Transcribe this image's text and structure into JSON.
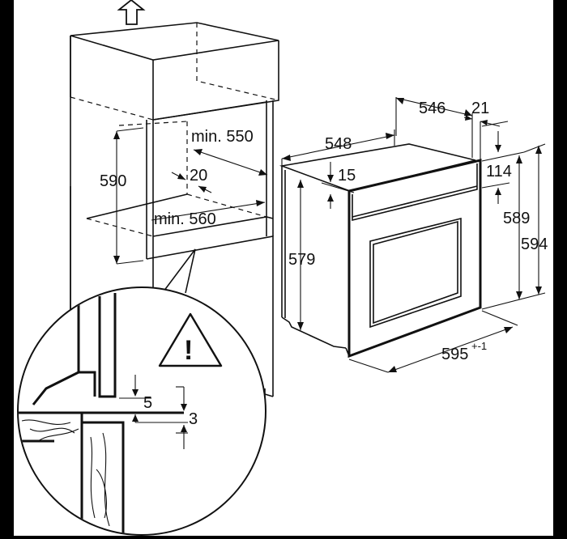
{
  "cabinet": {
    "dim_height": "590",
    "dim_depth_top": "min. 550",
    "dim_gap": "20",
    "dim_width_bottom": "min. 560"
  },
  "oven": {
    "dim_depth_total": "548",
    "dim_depth_body": "546",
    "dim_front": "21",
    "dim_top_offset": "15",
    "dim_height_body": "579",
    "dim_top_panel": "114",
    "dim_height_front": "589",
    "dim_height_total": "594",
    "dim_width": "595",
    "dim_width_tolerance": "+-1"
  },
  "detail": {
    "dim_gap_top": "5",
    "dim_gap_bottom": "3",
    "warning_symbol": "!"
  },
  "icons": {
    "up_arrow": "up-arrow-icon",
    "warning": "warning-triangle-icon"
  }
}
